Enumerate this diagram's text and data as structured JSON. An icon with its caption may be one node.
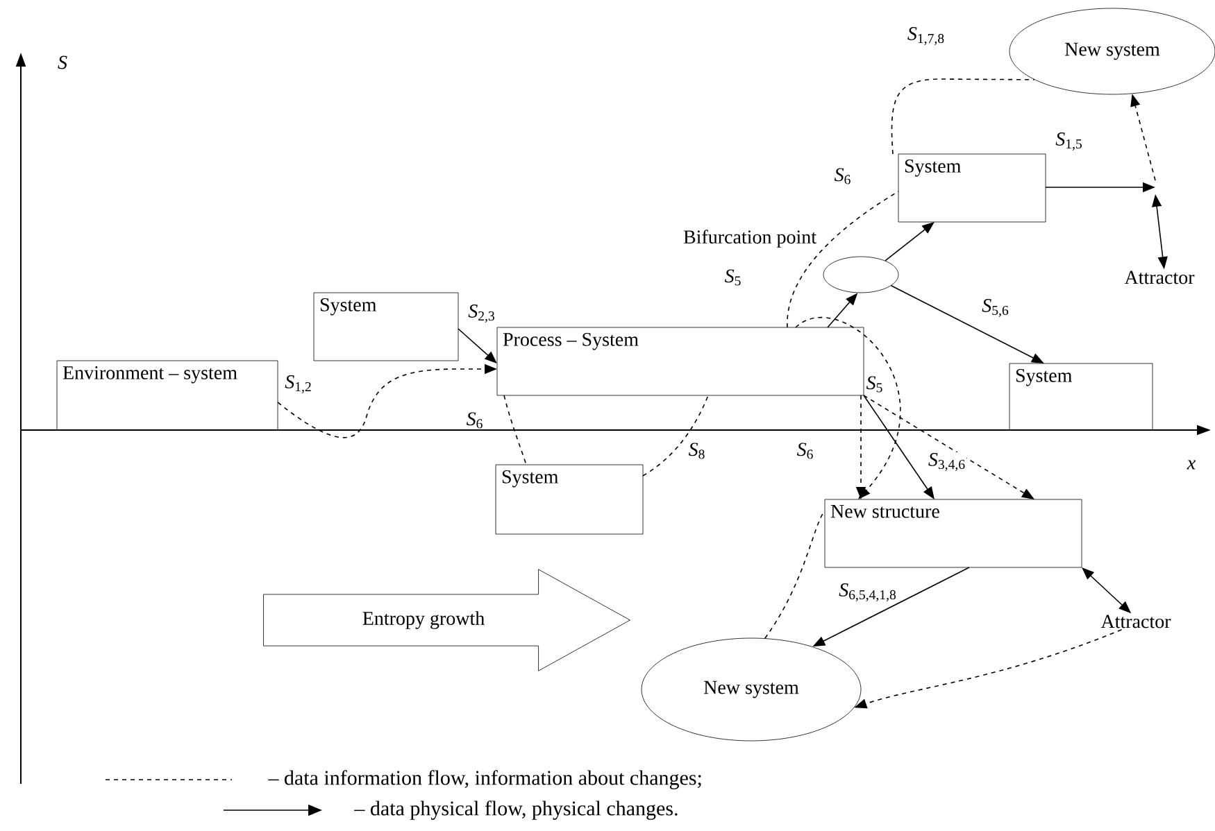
{
  "diagram": {
    "nodes": [
      {
        "text": [
          "Environment – system"
        ]
      },
      {
        "text": [
          "System"
        ]
      },
      {
        "text": [
          "Process – System"
        ]
      },
      {
        "text": [
          "System"
        ]
      },
      {
        "text": [],
        "shape": "ellipse",
        "beside": [
          "Bifurcation point"
        ]
      },
      {
        "text": [
          "System"
        ]
      },
      {
        "text": [
          "New system"
        ]
      },
      {
        "text": [
          "Attractor"
        ]
      },
      {
        "text": [
          "System"
        ]
      },
      {
        "text": [
          "New structure"
        ]
      },
      {
        "text": [
          "Attractor"
        ]
      },
      {
        "text": [
          "New system"
        ]
      },
      {
        "text": [
          "Entropy growth"
        ]
      }
    ],
    "edges": [
      {
        "from": 1,
        "to": 2,
        "arrow": "to",
        "label": "*S*$_{2,3}$"
      },
      {
        "from": 2,
        "to": 4,
        "arrow": "to"
      },
      {
        "from": 4,
        "to": 5,
        "arrow": "to"
      },
      {
        "from": 4,
        "to": 8,
        "arrow": "to",
        "label": "*S*$_{5,6}$"
      },
      {
        "from": 5,
        "to": null,
        "arrow": "to",
        "label": "*S*$_{1,5}$"
      },
      {
        "from": null,
        "to": 7,
        "arrow": "both"
      },
      {
        "from": 2,
        "to": 9,
        "arrow": "to",
        "label": "*S*$_{3,4,6}$"
      },
      {
        "from": 9,
        "to": 10,
        "arrow": "both"
      },
      {
        "from": 9,
        "to": 11,
        "arrow": "to",
        "label": "*S*$_{6,5,4,1,8}$"
      },
      {
        "from": null,
        "to": 6,
        "arrow": "to",
        "style": "dashed"
      },
      {
        "from": 0,
        "to": 2,
        "arrow": "to",
        "style": "dashed"
      },
      {
        "from": 2,
        "to": 3,
        "arrow": "none",
        "style": "dashed"
      },
      {
        "from": 3,
        "to": 2,
        "arrow": "none",
        "style": "dashed"
      },
      {
        "from": 2,
        "to": 5,
        "arrow": "none",
        "style": "dashed"
      },
      {
        "from": 5,
        "to": 6,
        "arrow": "none",
        "style": "dashed"
      },
      {
        "from": 2,
        "to": 9,
        "arrow": "to",
        "style": "dashed"
      },
      {
        "from": 2,
        "to": 9,
        "arrow": "to",
        "style": "dashed"
      },
      {
        "from": 2,
        "to": 9,
        "arrow": "to",
        "style": "dashed"
      },
      {
        "from": 11,
        "to": 9,
        "arrow": "none",
        "style": "dashed"
      },
      {
        "from": 10,
        "to": 11,
        "arrow": "to",
        "style": "dashed"
      }
    ],
    "labels": [
      "*S*$_{1,7,8}$",
      "*S*",
      "*S*$_{6}$",
      "*S*$_{5}$",
      "*S*$_{1,2}$",
      "*S*$_{5}$",
      "*S*$_{6}$",
      "*S*$_{8}$",
      "*S*$_{6}$",
      "*x*"
    ],
    "legend": [
      {
        "text": "– data information flow, information about changes;"
      },
      {
        "text": "– data physical flow, physical changes."
      }
    ]
  }
}
